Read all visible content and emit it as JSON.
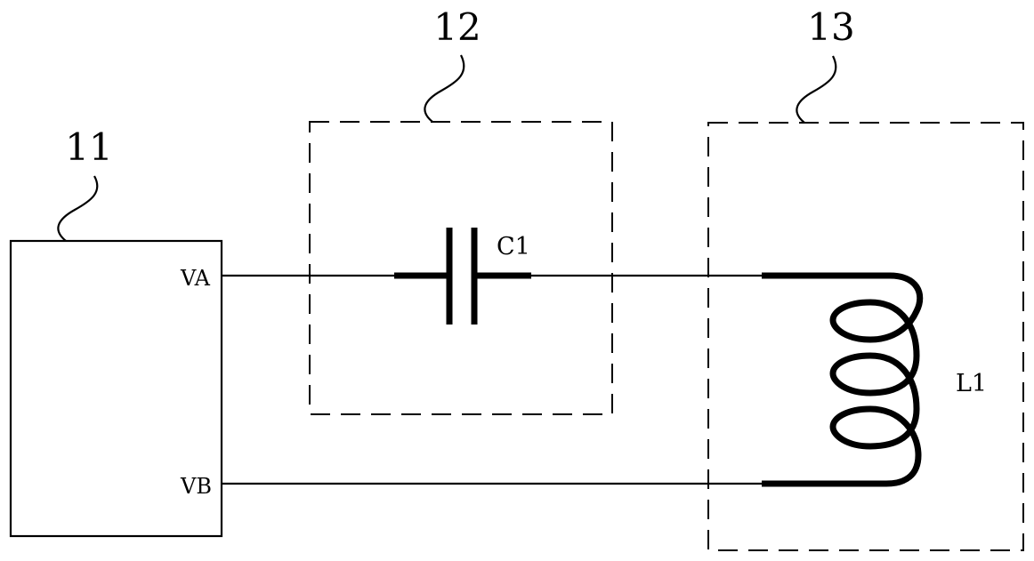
{
  "blocks": [
    {
      "ref": "11"
    },
    {
      "ref": "12"
    },
    {
      "ref": "13"
    }
  ],
  "pins": {
    "va": "VA",
    "vb": "VB"
  },
  "components": {
    "capacitor": "C1",
    "inductor": "L1"
  }
}
